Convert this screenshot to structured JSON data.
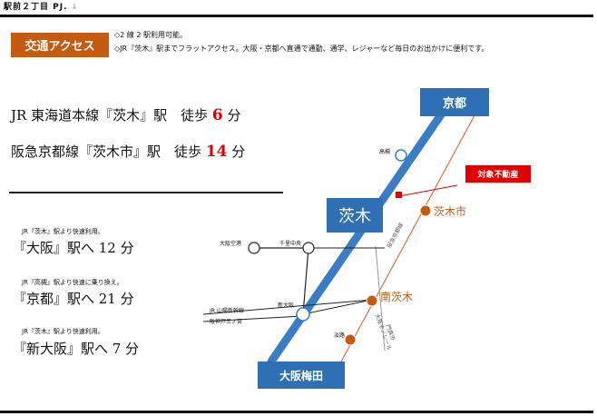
{
  "header": {
    "title": "駅前２丁目 PJ.",
    "mark": "↓"
  },
  "access": {
    "badge": "交通アクセス",
    "note1": "◇2 線 2 駅利用可能。",
    "note2": "◇JR『茨木』駅までフラットアクセス。大阪・京都へ直通で通勤、通学、レジャーなど毎日のお出かけに便利です。"
  },
  "lines": [
    {
      "prefix": "JR 東海道本線『茨木』駅　徒歩 ",
      "minutes": "6",
      "suffix": " 分"
    },
    {
      "prefix": "阪急京都線『茨木市』駅　徒歩 ",
      "minutes": "14",
      "suffix": " 分"
    }
  ],
  "routes": [
    {
      "note": "JR『茨木』駅より快速利用。",
      "main": "『大阪』駅へ 12 分"
    },
    {
      "note": "JR『高槻』駅より快速に乗り換え。",
      "main": "『京都』駅へ 21 分"
    },
    {
      "note": "JR『茨木』駅より快速利用。",
      "main": "『新大阪』駅へ 7 分"
    }
  ],
  "map": {
    "kyoto": "京都",
    "ibaraki": "茨木",
    "umeda": "大阪梅田",
    "target": "対象不動産",
    "takatsuki": "高槻",
    "ibarakishi": "茨木市",
    "minami_ibaraki": "南茨木",
    "daido": "大阪空港",
    "senri": "千里中央",
    "shinosaka": "新大阪",
    "awaji": "淡路",
    "jr_line": "JR 山陽新幹線",
    "hankyu_kobe": "阪神戸三ノ宮",
    "hankyu_kyoto": "阪急京都線",
    "monorail": "大阪モノレール",
    "dt": "門真市"
  },
  "colors": {
    "jr": "#3b7dc4",
    "hankyu": "#e07040",
    "station_orange": "#c55a11",
    "accent_red": "#e00000"
  }
}
